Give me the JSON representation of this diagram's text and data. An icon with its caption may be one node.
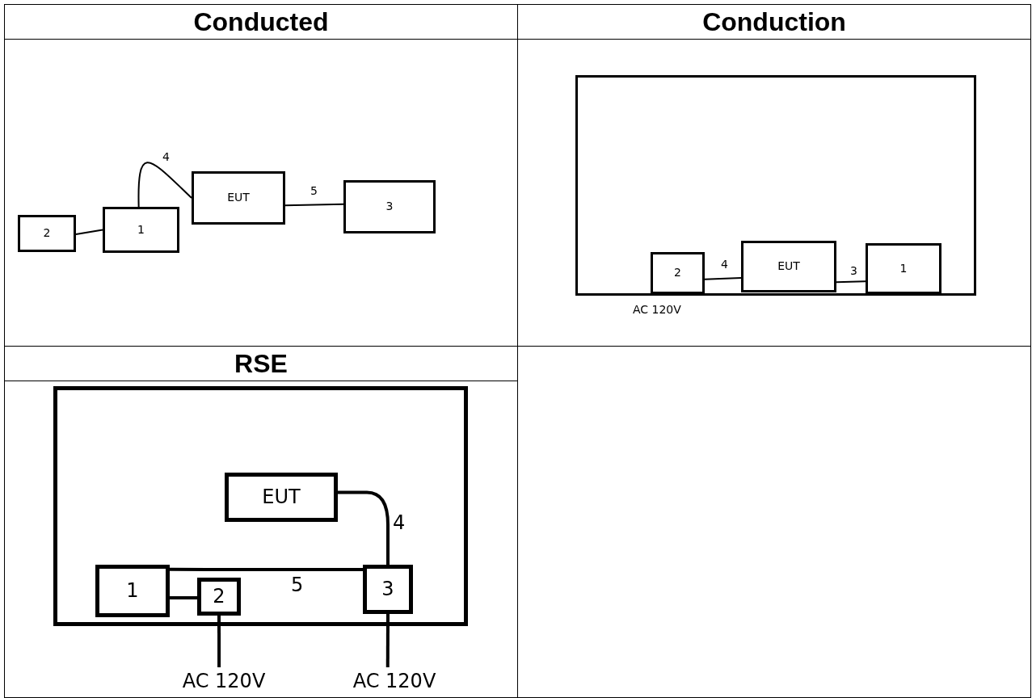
{
  "diagram": {
    "nodes": [
      {
        "text": [
          "Conducted"
        ]
      },
      {
        "text": [
          "EUT"
        ],
        "in": 0
      },
      {
        "text": [
          "3"
        ],
        "in": 0
      },
      {
        "text": [
          "2"
        ],
        "in": 0
      },
      {
        "text": [
          "1"
        ],
        "in": 0
      },
      {
        "text": [
          "Conduction"
        ]
      },
      {
        "text": [],
        "shape": "box",
        "in": 5
      },
      {
        "text": [
          "EUT"
        ],
        "in": 6
      },
      {
        "text": [
          "2"
        ],
        "in": 6
      },
      {
        "text": [
          "1"
        ],
        "in": 6
      },
      {
        "text": [
          "RSE"
        ]
      },
      {
        "text": [],
        "shape": "box",
        "in": 10
      },
      {
        "text": [
          "EUT"
        ],
        "in": 11
      },
      {
        "text": [
          "1"
        ],
        "in": 11
      },
      {
        "text": [
          "2"
        ],
        "in": 11
      },
      {
        "text": [
          "3"
        ],
        "in": 11
      },
      {
        "text": [
          "AC 120V"
        ],
        "in": 10
      },
      {
        "text": [
          "AC 120V"
        ],
        "in": 10
      }
    ],
    "edges": [
      {
        "from": 3,
        "to": 4,
        "arrow": "none"
      },
      {
        "from": 4,
        "to": 1,
        "arrow": "none",
        "label": "4"
      },
      {
        "from": 1,
        "to": 2,
        "arrow": "none",
        "label": "5"
      },
      {
        "from": 8,
        "to": 7,
        "arrow": "none",
        "label": "4"
      },
      {
        "from": 7,
        "to": 9,
        "arrow": "none",
        "label": "3"
      },
      {
        "from": 12,
        "to": 15,
        "arrow": "none",
        "label": "4",
        "style": "thick"
      },
      {
        "from": 13,
        "to": 14,
        "arrow": "none",
        "style": "thick"
      },
      {
        "from": 13,
        "to": 15,
        "arrow": "none",
        "label": "5",
        "style": "thick"
      },
      {
        "from": 14,
        "to": 16,
        "arrow": "none",
        "style": "thick"
      },
      {
        "from": 15,
        "to": 17,
        "arrow": "none",
        "style": "thick"
      }
    ],
    "labels": [
      "AC 120V"
    ]
  }
}
